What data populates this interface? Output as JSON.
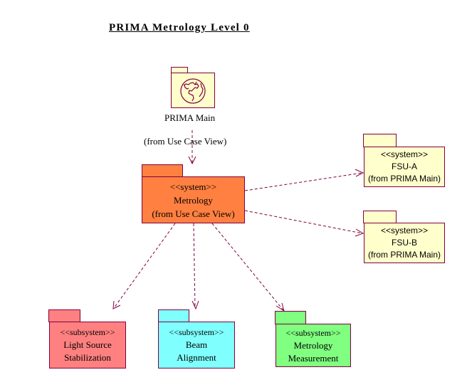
{
  "diagram": {
    "title": "PRIMA Metrology Level 0",
    "colors": {
      "border": "#800040",
      "prima_main": "#ffffcc",
      "metrology": "#ff8040",
      "fsu": "#ffffcc",
      "light_source": "#ff8080",
      "beam_alignment": "#80ffff",
      "metrology_measurement": "#80ff80"
    },
    "packages": {
      "prima_main": {
        "name": "PRIMA Main",
        "from": "(from Use Case View)",
        "icon": "globe-icon"
      },
      "metrology": {
        "stereotype": "<<system>>",
        "name": "Metrology",
        "from": "(from Use Case View)"
      },
      "fsu_a": {
        "stereotype": "<<system>>",
        "name": "FSU-A",
        "from": "(from PRIMA Main)"
      },
      "fsu_b": {
        "stereotype": "<<system>>",
        "name": "FSU-B",
        "from": "(from PRIMA Main)"
      },
      "light_source": {
        "stereotype": "<<subsystem>>",
        "line1": "Light Source",
        "line2": "Stabilization"
      },
      "beam_alignment": {
        "stereotype": "<<subsystem>>",
        "line1": "Beam",
        "line2": "Alignment"
      },
      "metrology_measurement": {
        "stereotype": "<<subsystem>>",
        "line1": "Metrology",
        "line2": "Measurement"
      }
    },
    "dependencies": [
      {
        "from": "PRIMA Main",
        "to": "Metrology"
      },
      {
        "from": "Metrology",
        "to": "FSU-A"
      },
      {
        "from": "Metrology",
        "to": "FSU-B"
      },
      {
        "from": "Metrology",
        "to": "Light Source Stabilization"
      },
      {
        "from": "Metrology",
        "to": "Beam Alignment"
      },
      {
        "from": "Metrology",
        "to": "Metrology Measurement"
      }
    ]
  }
}
